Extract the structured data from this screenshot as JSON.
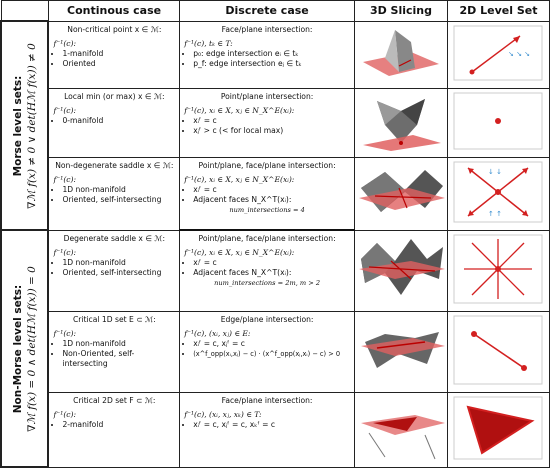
{
  "headers": {
    "continuous": "Continous case",
    "discrete": "Discrete case",
    "slicing": "3D Slicing",
    "levelset": "2D Level Set"
  },
  "groups": {
    "morse": {
      "title": "Morse level sets:",
      "formula": "∇ℳ f(x) ≠ 0  ∨  det(Hℳ f(x)) ≠ 0"
    },
    "nonmorse": {
      "title": "Non-Morse level sets:",
      "formula": "∇ℳ f(x) = 0  ∧  det(Hℳ f(x)) = 0"
    }
  },
  "rows": [
    {
      "cont_title": "Non-critical point x ∈ ℳ:",
      "cont_pre": "f⁻¹(c):",
      "cont_items": [
        "1-manifold",
        "Oriented"
      ],
      "disc_title": "Face/plane intersection:",
      "disc_pre": "f⁻¹(c),  tₖ ∈ T:",
      "disc_items": [
        "p₀: edge intersection eᵢ ∈ tₖ",
        "p_f: edge intersection eⱼ ∈ tₖ"
      ],
      "disc_note": ""
    },
    {
      "cont_title": "Local min (or max) x ∈ ℳ:",
      "cont_pre": "f⁻¹(c):",
      "cont_items": [
        "0-manifold"
      ],
      "disc_title": "Point/plane intersection:",
      "disc_pre": "f⁻¹(c),  xᵢ ∈ X,  xⱼ ∈ N_X^E(xᵢ):",
      "disc_items": [
        "xᵢᶠ = c",
        "xⱼᶠ > c      (< for local max)"
      ],
      "disc_note": ""
    },
    {
      "cont_title": "Non-degenerate saddle x ∈ ℳ:",
      "cont_pre": "f⁻¹(c):",
      "cont_items": [
        "1D non-manifold",
        "Oriented, self-intersecting"
      ],
      "disc_title": "Point/plane, face/plane intersection:",
      "disc_pre": "f⁻¹(c),  xᵢ ∈ X,  xⱼ ∈ N_X^E(xᵢ):",
      "disc_items": [
        "xᵢᶠ = c",
        "Adjacent faces N_X^T(xᵢ):"
      ],
      "disc_note": "num_intersections = 4"
    },
    {
      "cont_title": "Degenerate saddle x ∈ ℳ:",
      "cont_pre": "f⁻¹(c):",
      "cont_items": [
        "1D non-manifold",
        "Oriented, self-intersecting"
      ],
      "disc_title": "Point/plane, face/plane intersection:",
      "disc_pre": "f⁻¹(c),  xᵢ ∈ X,  xⱼ ∈ N_X^E(xᵢ):",
      "disc_items": [
        "xᵢᶠ = c",
        "Adjacent faces N_X^T(xᵢ):"
      ],
      "disc_note": "num_intersections = 2m,        m > 2"
    },
    {
      "cont_title": "Critical 1D set E ⊂ ℳ:",
      "cont_pre": "f⁻¹(c):",
      "cont_items": [
        "1D non-manifold",
        "Non-Oriented, self-intersecting"
      ],
      "disc_title": "Edge/plane intersection:",
      "disc_pre": "f⁻¹(c),  (xᵢ, xⱼ) ∈ E:",
      "disc_items": [
        "xᵢᶠ = c,  xⱼᶠ = c",
        "(x^f_opp(xᵢ,xⱼ) − c) · (x^f_opp(xⱼ,xᵢ) − c) > 0"
      ],
      "disc_note": ""
    },
    {
      "cont_title": "Critical 2D set F ⊂ ℳ:",
      "cont_pre": "f⁻¹(c):",
      "cont_items": [
        "2-manifold"
      ],
      "disc_title": "Face/plane intersection:",
      "disc_pre": "f⁻¹(c),  (xᵢ, xⱼ, xₖ) ∈ T:",
      "disc_items": [
        "xᵢᶠ = c,  xⱼᶠ = c,  xₖᶠ = c"
      ],
      "disc_note": ""
    }
  ]
}
